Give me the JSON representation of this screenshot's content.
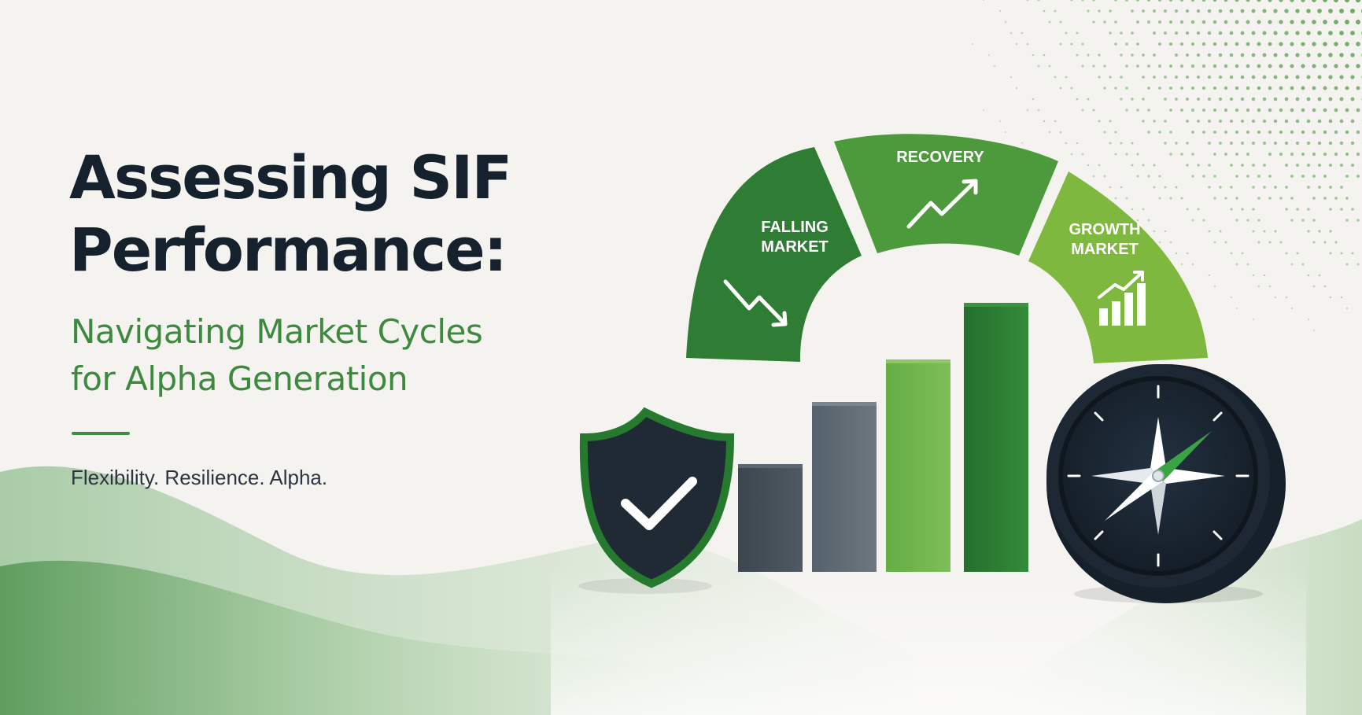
{
  "hero": {
    "title_line1": "Assessing SIF",
    "title_line2": "Performance:",
    "subtitle_line1": "Navigating Market Cycles",
    "subtitle_line2": "for Alpha Generation",
    "tagline": "Flexibility. Resilience. Alpha."
  },
  "cycle": {
    "segments": [
      {
        "line1": "FALLING",
        "line2": "MARKET",
        "icon": "trend-down-arrow-icon",
        "color": "#2f7d35"
      },
      {
        "line1": "RECOVERY",
        "line2": "",
        "icon": "trend-up-arrow-icon",
        "color": "#4c9a3c"
      },
      {
        "line1": "GROWTH",
        "line2": "MARKET",
        "icon": "growth-bars-icon",
        "color": "#7fb83f"
      }
    ]
  },
  "bar_levels": [
    0.38,
    0.6,
    0.75,
    0.95
  ],
  "colors": {
    "background": "#f4f3ef",
    "title": "#16212e",
    "accent_green": "#3d8a3f",
    "light_green": "#7fb83f",
    "dark_green": "#23702b",
    "slate": "#414c55",
    "navy": "#16202b"
  },
  "icons": [
    "shield-check-icon",
    "compass-icon",
    "bar-chart-icon",
    "dot-pattern"
  ]
}
